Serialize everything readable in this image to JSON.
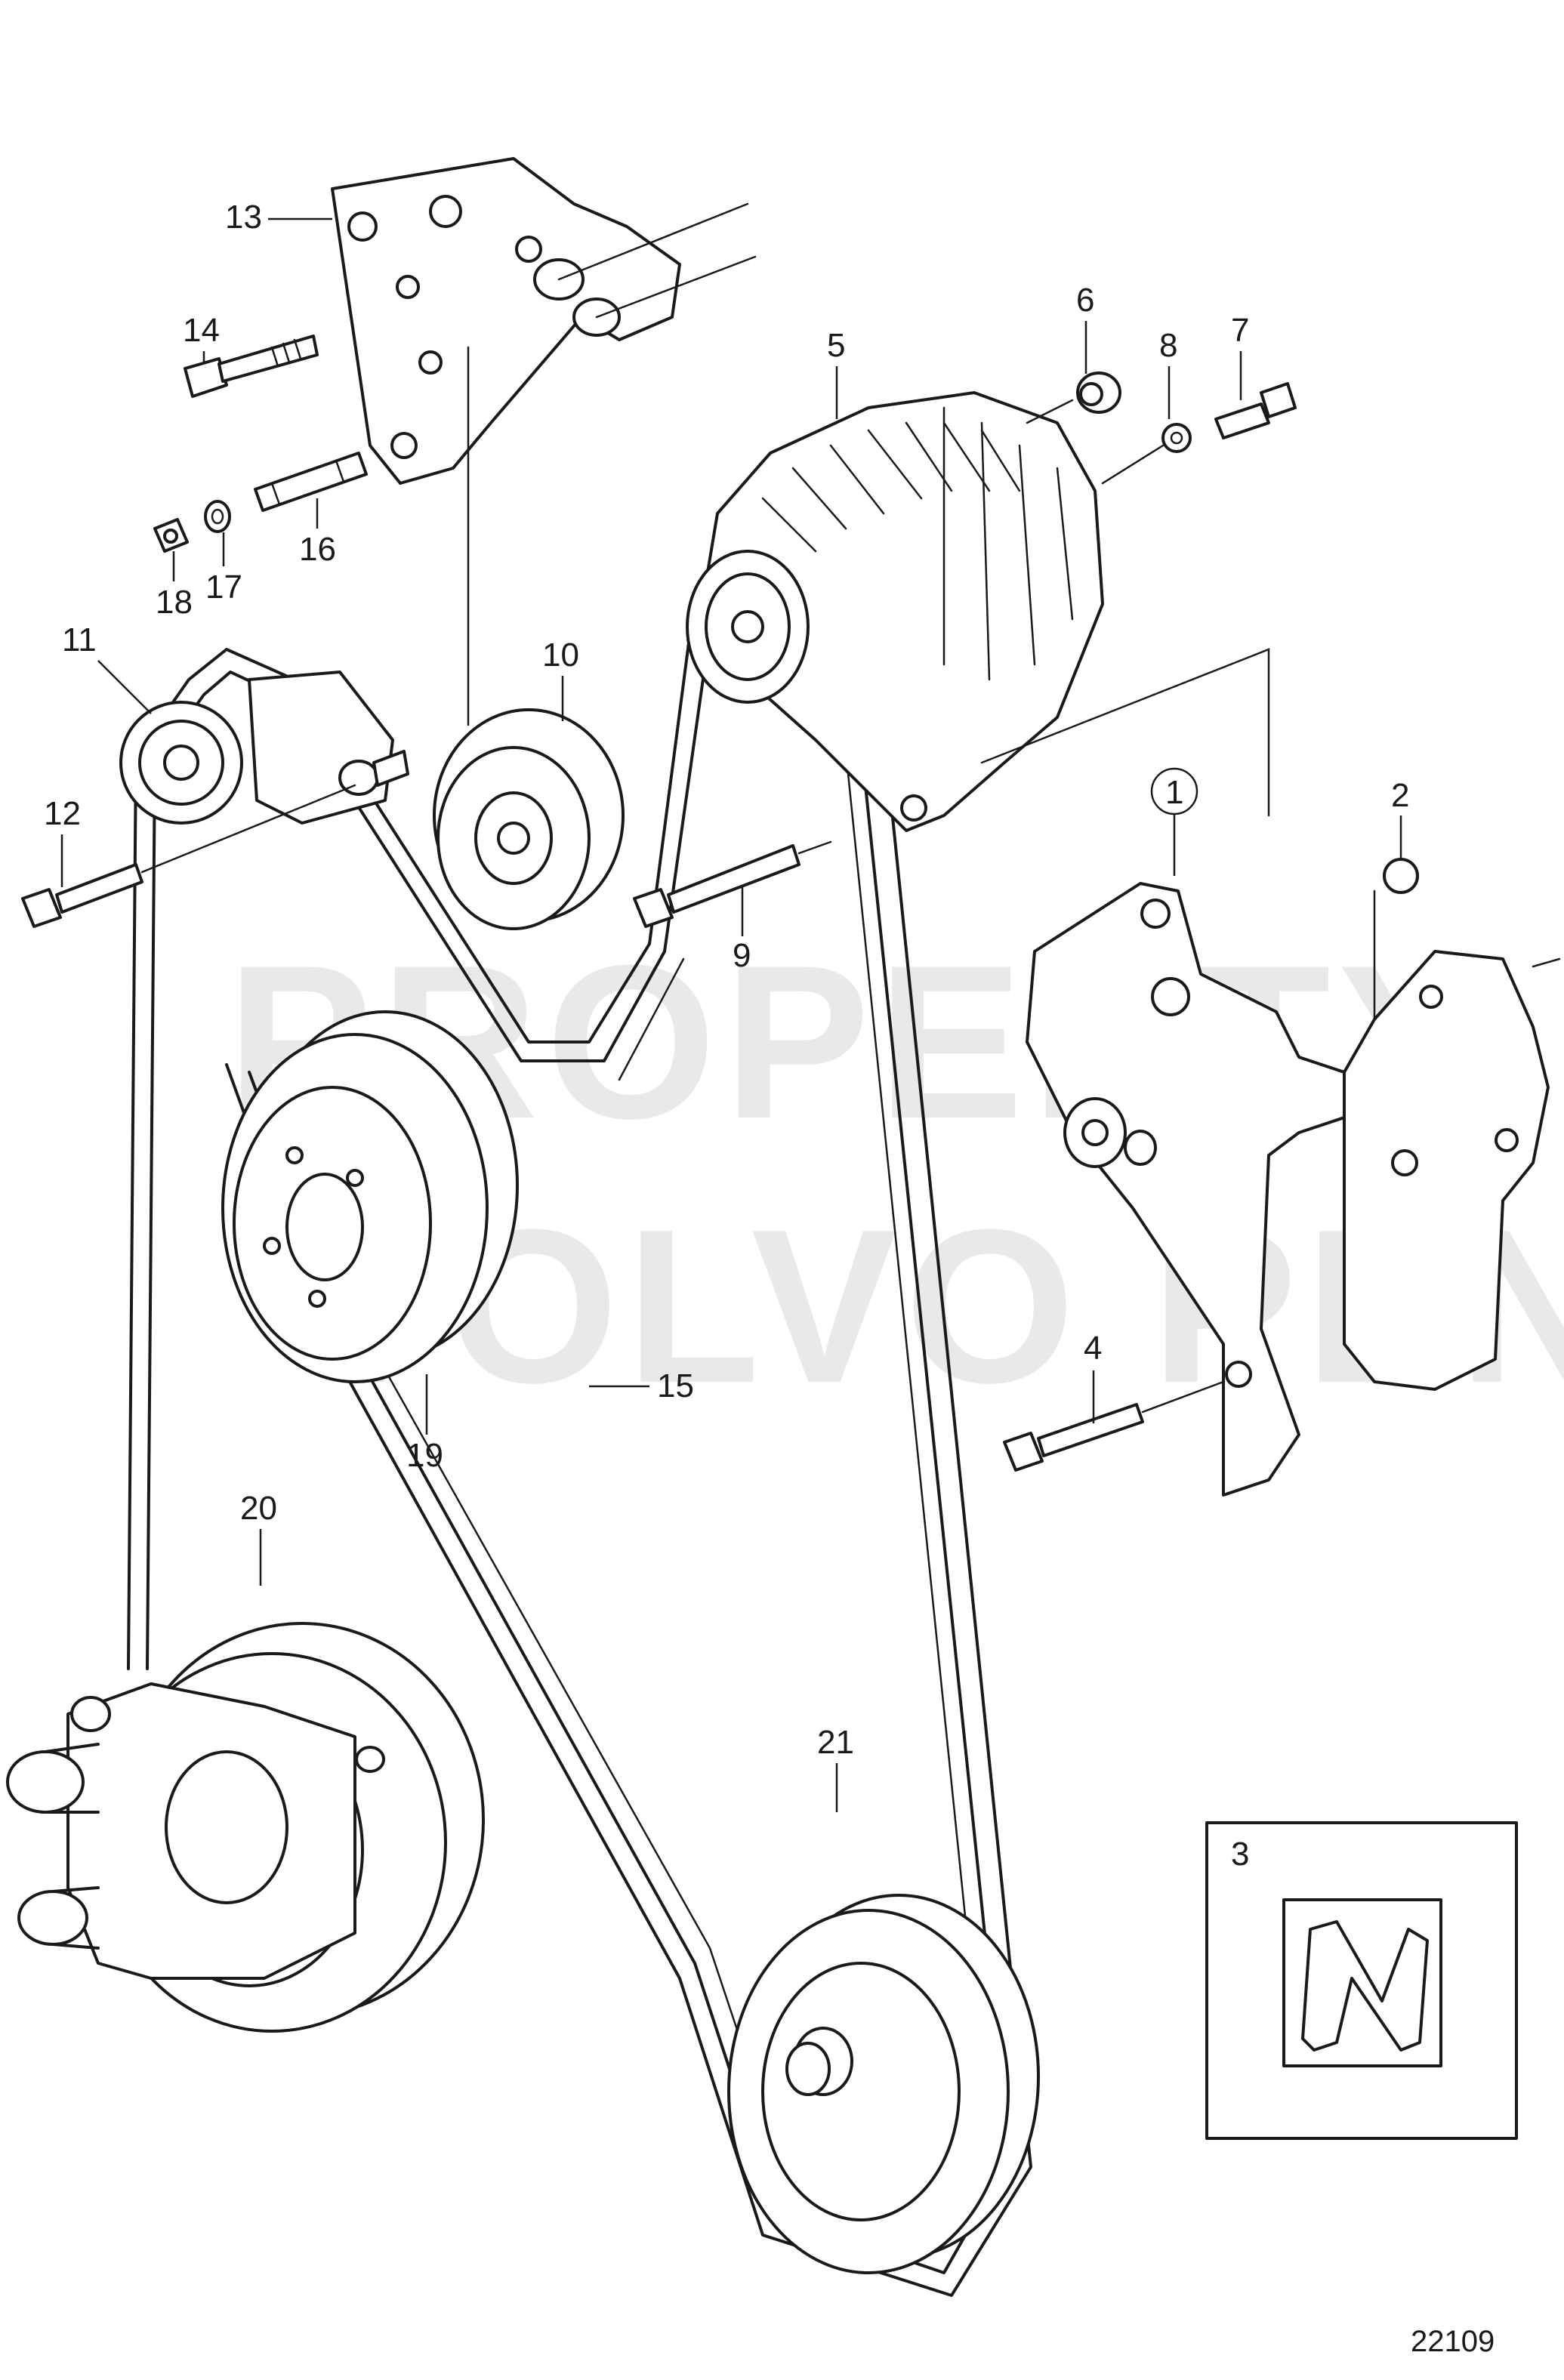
{
  "figure_number": "22109",
  "watermark": {
    "line1": "PROPERTY OF",
    "line2": "VOLVO PENTA"
  },
  "callouts": {
    "c1": "1",
    "c2": "2",
    "c3": "3",
    "c4": "4",
    "c5": "5",
    "c6": "6",
    "c7": "7",
    "c8": "8",
    "c9": "9",
    "c10": "10",
    "c11": "11",
    "c12": "12",
    "c13": "13",
    "c14": "14",
    "c15": "15",
    "c16": "16",
    "c17": "17",
    "c18": "18",
    "c19": "19",
    "c20": "20",
    "c21": "21"
  }
}
